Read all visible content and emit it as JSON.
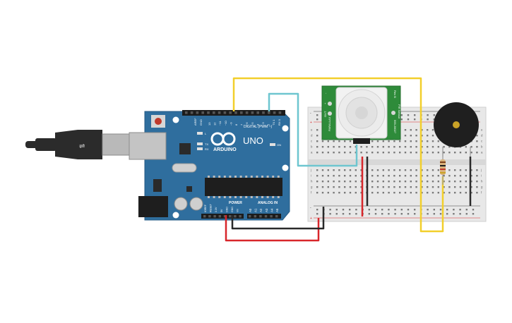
{
  "arduino": {
    "brand": "ARDUINO",
    "model": "UNO",
    "digital_header": "DIGITAL (PWM ~)",
    "power_header": "POWER",
    "analog_header": "ANALOG IN",
    "on_label": "ON",
    "tx_label": "TX",
    "rx_label": "RX",
    "l_label": "L",
    "aref": "AREF",
    "gnd": "GND",
    "digital_pins": [
      "13",
      "12",
      "~11",
      "~10",
      "~9",
      "8",
      "7",
      "~6",
      "~5",
      "4",
      "~3",
      "2",
      "TX 1",
      "RX 0"
    ],
    "power_pins": [
      "IOREF",
      "RESET",
      "3.3V",
      "5V",
      "GND",
      "GND",
      "Vin"
    ],
    "analog_pins": [
      "A0",
      "A1",
      "A2",
      "A3",
      "A4",
      "A5"
    ]
  },
  "pir": {
    "left_label": "PARALLAX",
    "right_label": "PIR Sensor",
    "right_sub": "Rev B",
    "part": "555-28027",
    "pins": [
      "-",
      "+",
      "OUT"
    ]
  },
  "breadboard": {
    "row_letters": [
      "a",
      "b",
      "c",
      "d",
      "e",
      "f",
      "g",
      "h",
      "i",
      "j"
    ],
    "rail_plus": "+",
    "rail_minus": "-"
  },
  "colors": {
    "board_blue": "#2f6e9e",
    "wire_yellow": "#f2cf2b",
    "wire_cyan": "#6ec6d0",
    "wire_red": "#d8262b",
    "wire_black": "#2a2a2a",
    "pir_green": "#2e8b3a",
    "breadboard": "#e8e8e8"
  }
}
